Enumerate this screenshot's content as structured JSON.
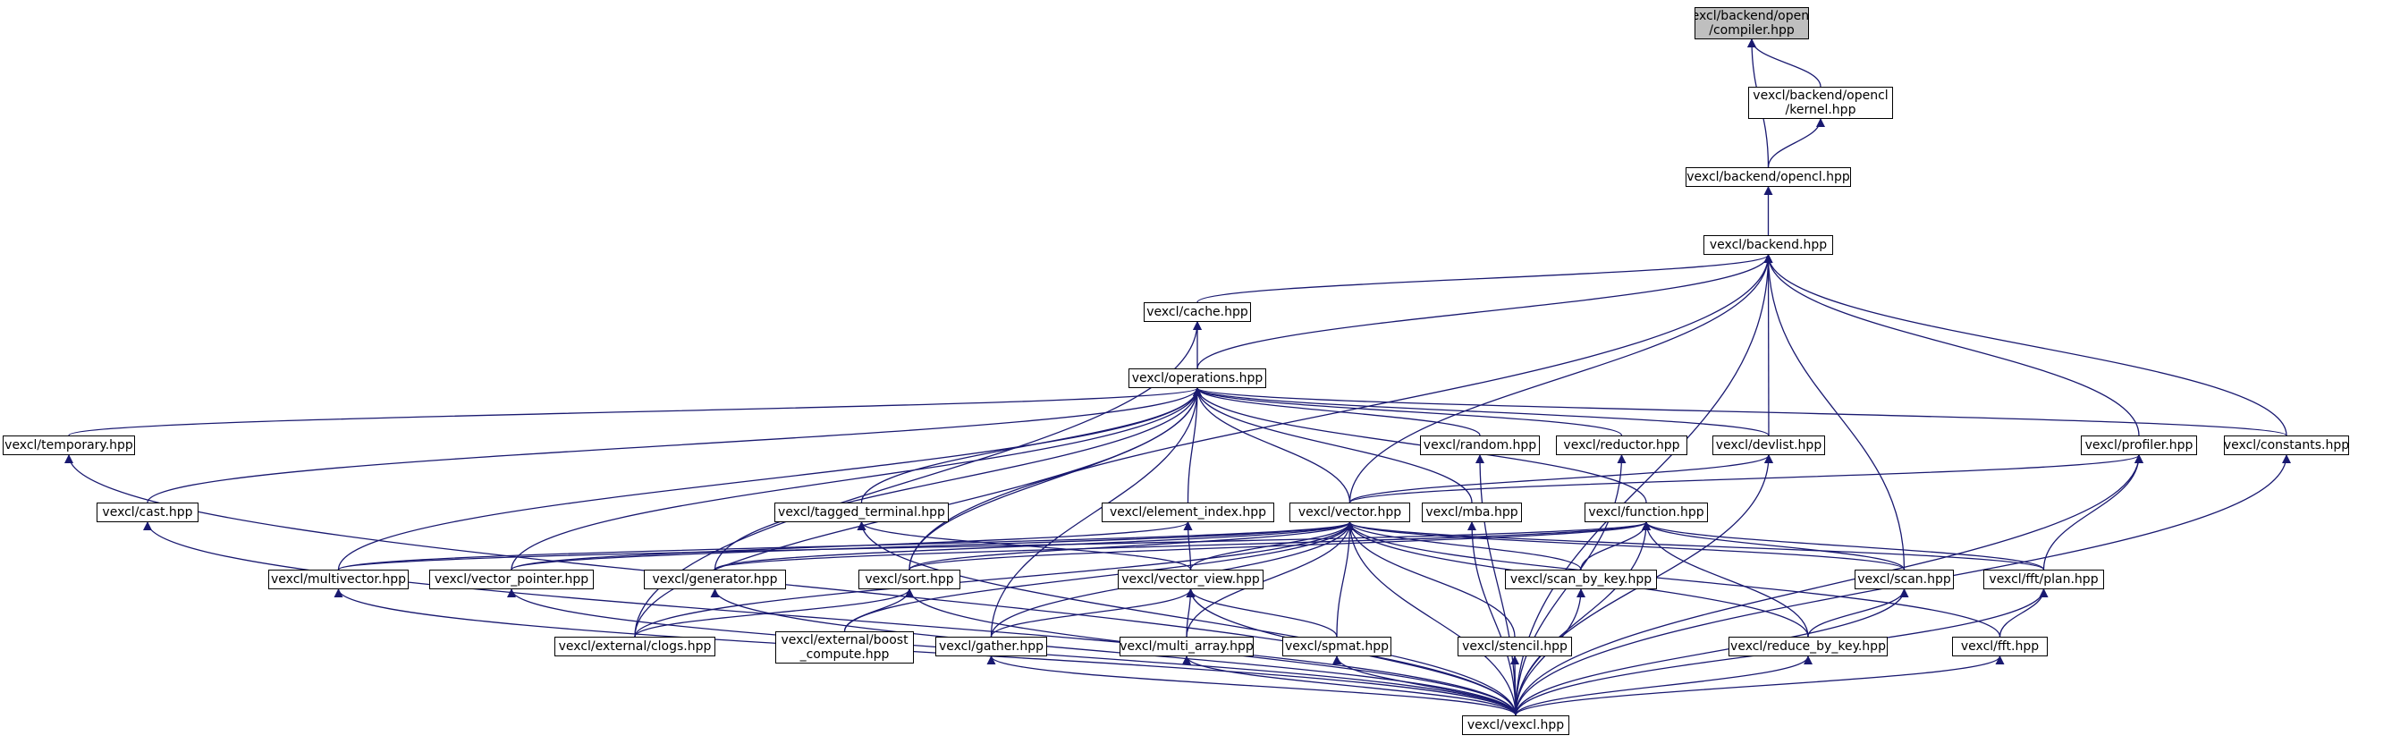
{
  "colors": {
    "edge": "#191970",
    "node_border": "#000000",
    "root_fill": "#bfbfbf",
    "node_fill": "#ffffff"
  },
  "nodes": [
    {
      "id": "compiler",
      "label": "vexcl/backend/opencl\n/compiler.hpp",
      "root": true
    },
    {
      "id": "kernel",
      "label": "vexcl/backend/opencl\n/kernel.hpp"
    },
    {
      "id": "opencl",
      "label": "vexcl/backend/opencl.hpp"
    },
    {
      "id": "backend",
      "label": "vexcl/backend.hpp"
    },
    {
      "id": "cache",
      "label": "vexcl/cache.hpp"
    },
    {
      "id": "operations",
      "label": "vexcl/operations.hpp"
    },
    {
      "id": "temporary",
      "label": "vexcl/temporary.hpp"
    },
    {
      "id": "random",
      "label": "vexcl/random.hpp"
    },
    {
      "id": "reductor",
      "label": "vexcl/reductor.hpp"
    },
    {
      "id": "devlist",
      "label": "vexcl/devlist.hpp"
    },
    {
      "id": "profiler",
      "label": "vexcl/profiler.hpp"
    },
    {
      "id": "constants",
      "label": "vexcl/constants.hpp"
    },
    {
      "id": "cast",
      "label": "vexcl/cast.hpp"
    },
    {
      "id": "tagged",
      "label": "vexcl/tagged_terminal.hpp"
    },
    {
      "id": "element_index",
      "label": "vexcl/element_index.hpp"
    },
    {
      "id": "vector",
      "label": "vexcl/vector.hpp"
    },
    {
      "id": "mba",
      "label": "vexcl/mba.hpp"
    },
    {
      "id": "function",
      "label": "vexcl/function.hpp"
    },
    {
      "id": "multivector",
      "label": "vexcl/multivector.hpp"
    },
    {
      "id": "vector_pointer",
      "label": "vexcl/vector_pointer.hpp"
    },
    {
      "id": "generator",
      "label": "vexcl/generator.hpp"
    },
    {
      "id": "sort",
      "label": "vexcl/sort.hpp"
    },
    {
      "id": "vector_view",
      "label": "vexcl/vector_view.hpp"
    },
    {
      "id": "scan_by_key",
      "label": "vexcl/scan_by_key.hpp"
    },
    {
      "id": "scan",
      "label": "vexcl/scan.hpp"
    },
    {
      "id": "fft_plan",
      "label": "vexcl/fft/plan.hpp"
    },
    {
      "id": "clogs",
      "label": "vexcl/external/clogs.hpp"
    },
    {
      "id": "boost_compute",
      "label": "vexcl/external/boost\n_compute.hpp"
    },
    {
      "id": "gather",
      "label": "vexcl/gather.hpp"
    },
    {
      "id": "multi_array",
      "label": "vexcl/multi_array.hpp"
    },
    {
      "id": "spmat",
      "label": "vexcl/spmat.hpp"
    },
    {
      "id": "stencil",
      "label": "vexcl/stencil.hpp"
    },
    {
      "id": "reduce_by_key",
      "label": "vexcl/reduce_by_key.hpp"
    },
    {
      "id": "fft",
      "label": "vexcl/fft.hpp"
    },
    {
      "id": "vexcl",
      "label": "vexcl/vexcl.hpp"
    }
  ],
  "edges": [
    [
      "kernel",
      "compiler"
    ],
    [
      "opencl",
      "compiler"
    ],
    [
      "opencl",
      "kernel"
    ],
    [
      "backend",
      "opencl"
    ],
    [
      "cache",
      "backend"
    ],
    [
      "operations",
      "cache"
    ],
    [
      "operations",
      "backend"
    ],
    [
      "temporary",
      "operations"
    ],
    [
      "random",
      "operations"
    ],
    [
      "reductor",
      "operations"
    ],
    [
      "devlist",
      "operations"
    ],
    [
      "devlist",
      "backend"
    ],
    [
      "profiler",
      "backend"
    ],
    [
      "constants",
      "backend"
    ],
    [
      "constants",
      "operations"
    ],
    [
      "cast",
      "operations"
    ],
    [
      "tagged",
      "operations"
    ],
    [
      "element_index",
      "operations"
    ],
    [
      "vector",
      "operations"
    ],
    [
      "vector",
      "backend"
    ],
    [
      "vector",
      "devlist"
    ],
    [
      "vector",
      "profiler"
    ],
    [
      "mba",
      "operations"
    ],
    [
      "function",
      "operations"
    ],
    [
      "multivector",
      "operations"
    ],
    [
      "multivector",
      "vector"
    ],
    [
      "multivector",
      "function"
    ],
    [
      "vector_pointer",
      "operations"
    ],
    [
      "vector_pointer",
      "vector"
    ],
    [
      "vector_pointer",
      "element_index"
    ],
    [
      "generator",
      "operations"
    ],
    [
      "generator",
      "vector"
    ],
    [
      "generator",
      "function"
    ],
    [
      "sort",
      "backend"
    ],
    [
      "sort",
      "operations"
    ],
    [
      "sort",
      "vector"
    ],
    [
      "sort",
      "function"
    ],
    [
      "vector_view",
      "vector"
    ],
    [
      "vector_view",
      "element_index"
    ],
    [
      "vector_view",
      "tagged"
    ],
    [
      "scan_by_key",
      "vector"
    ],
    [
      "scan_by_key",
      "function"
    ],
    [
      "scan",
      "backend"
    ],
    [
      "scan",
      "vector"
    ],
    [
      "scan",
      "function"
    ],
    [
      "fft_plan",
      "vector"
    ],
    [
      "fft_plan",
      "function"
    ],
    [
      "fft_plan",
      "profiler"
    ],
    [
      "clogs",
      "cache"
    ],
    [
      "clogs",
      "operations"
    ],
    [
      "clogs",
      "vector"
    ],
    [
      "clogs",
      "sort"
    ],
    [
      "boost_compute",
      "vector"
    ],
    [
      "boost_compute",
      "sort"
    ],
    [
      "gather",
      "operations"
    ],
    [
      "gather",
      "vector"
    ],
    [
      "gather",
      "vector_view"
    ],
    [
      "multi_array",
      "vector"
    ],
    [
      "multi_array",
      "vector_view"
    ],
    [
      "spmat",
      "vector"
    ],
    [
      "spmat",
      "vector_view"
    ],
    [
      "stencil",
      "vector"
    ],
    [
      "reduce_by_key",
      "vector"
    ],
    [
      "reduce_by_key",
      "function"
    ],
    [
      "reduce_by_key",
      "scan"
    ],
    [
      "fft",
      "vector"
    ],
    [
      "fft",
      "fft_plan"
    ],
    [
      "vexcl",
      "backend"
    ],
    [
      "vexcl",
      "temporary"
    ],
    [
      "vexcl",
      "cast"
    ],
    [
      "vexcl",
      "tagged"
    ],
    [
      "vexcl",
      "reductor"
    ],
    [
      "vexcl",
      "devlist"
    ],
    [
      "vexcl",
      "profiler"
    ],
    [
      "vexcl",
      "constants"
    ],
    [
      "vexcl",
      "vector"
    ],
    [
      "vexcl",
      "mba"
    ],
    [
      "vexcl",
      "function"
    ],
    [
      "vexcl",
      "multivector"
    ],
    [
      "vexcl",
      "vector_pointer"
    ],
    [
      "vexcl",
      "generator"
    ],
    [
      "vexcl",
      "sort"
    ],
    [
      "vexcl",
      "vector_view"
    ],
    [
      "vexcl",
      "scan_by_key"
    ],
    [
      "vexcl",
      "scan"
    ],
    [
      "vexcl",
      "fft_plan"
    ],
    [
      "vexcl",
      "random"
    ],
    [
      "vexcl",
      "gather"
    ],
    [
      "vexcl",
      "multi_array"
    ],
    [
      "vexcl",
      "spmat"
    ],
    [
      "vexcl",
      "stencil"
    ],
    [
      "vexcl",
      "reduce_by_key"
    ],
    [
      "vexcl",
      "fft"
    ]
  ]
}
